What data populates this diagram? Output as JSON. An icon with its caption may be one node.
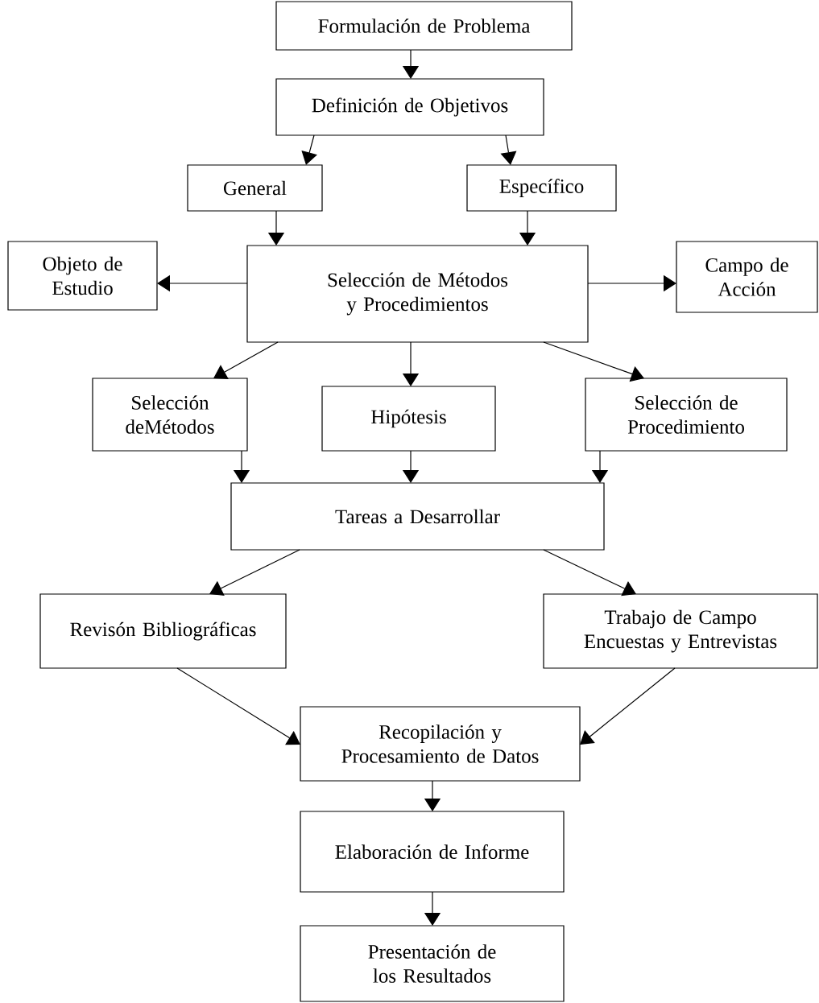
{
  "diagram": {
    "nodes": [
      {
        "text": [
          "Formulación de Problema"
        ]
      },
      {
        "text": [
          "Definición de Objetivos"
        ]
      },
      {
        "text": [
          "General"
        ]
      },
      {
        "text": [
          "Específico"
        ]
      },
      {
        "text": [
          "Objeto de Estudio"
        ]
      },
      {
        "text": [
          "Selección de Métodos y Procedimientos"
        ]
      },
      {
        "text": [
          "Campo de Acción"
        ]
      },
      {
        "text": [
          "Selección deMétodos"
        ]
      },
      {
        "text": [
          "Hipótesis"
        ]
      },
      {
        "text": [
          "Selección de Procedimiento"
        ]
      },
      {
        "text": [
          "Tareas a Desarrollar"
        ]
      },
      {
        "text": [
          "Revisón Bibliográficas"
        ]
      },
      {
        "text": [
          "Trabajo de Campo Encuestas y Entrevistas"
        ]
      },
      {
        "text": [
          "Recopilación y Procesamiento de Datos"
        ]
      },
      {
        "text": [
          "Elaboración de Informe"
        ]
      },
      {
        "text": [
          "Presentación de los Resultados"
        ]
      }
    ],
    "edges": [
      {
        "from": 0,
        "to": 1,
        "arrow": "to"
      },
      {
        "from": 1,
        "to": 2,
        "arrow": "to"
      },
      {
        "from": 1,
        "to": 3,
        "arrow": "to"
      },
      {
        "from": 2,
        "to": 5,
        "arrow": "to"
      },
      {
        "from": 3,
        "to": 5,
        "arrow": "to"
      },
      {
        "from": 5,
        "to": 4,
        "arrow": "to"
      },
      {
        "from": 5,
        "to": 6,
        "arrow": "to"
      },
      {
        "from": 5,
        "to": 7,
        "arrow": "to"
      },
      {
        "from": 5,
        "to": 8,
        "arrow": "to"
      },
      {
        "from": 5,
        "to": 9,
        "arrow": "to"
      },
      {
        "from": 7,
        "to": 10,
        "arrow": "to"
      },
      {
        "from": 8,
        "to": 10,
        "arrow": "to"
      },
      {
        "from": 9,
        "to": 10,
        "arrow": "to"
      },
      {
        "from": 10,
        "to": 11,
        "arrow": "to"
      },
      {
        "from": 10,
        "to": 12,
        "arrow": "to"
      },
      {
        "from": 11,
        "to": 13,
        "arrow": "to"
      },
      {
        "from": 12,
        "to": 13,
        "arrow": "to"
      },
      {
        "from": 13,
        "to": 14,
        "arrow": "to"
      },
      {
        "from": 14,
        "to": 15,
        "arrow": "to"
      }
    ]
  }
}
